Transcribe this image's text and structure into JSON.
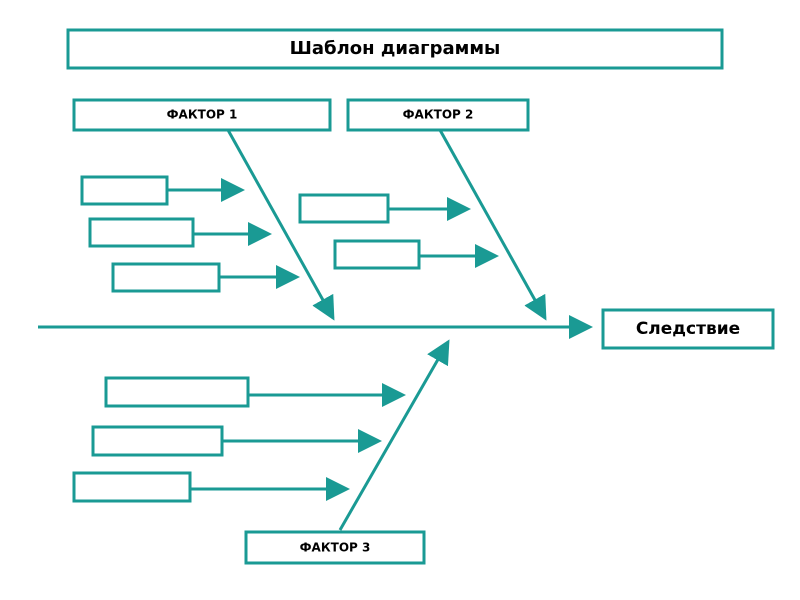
{
  "title": "Шаблон диаграммы",
  "factors": [
    "ФАКТОР 1",
    "ФАКТОР 2",
    "ФАКТОР 3"
  ],
  "effect": "Следствие",
  "colors": {
    "accent": "#1a9a94"
  }
}
